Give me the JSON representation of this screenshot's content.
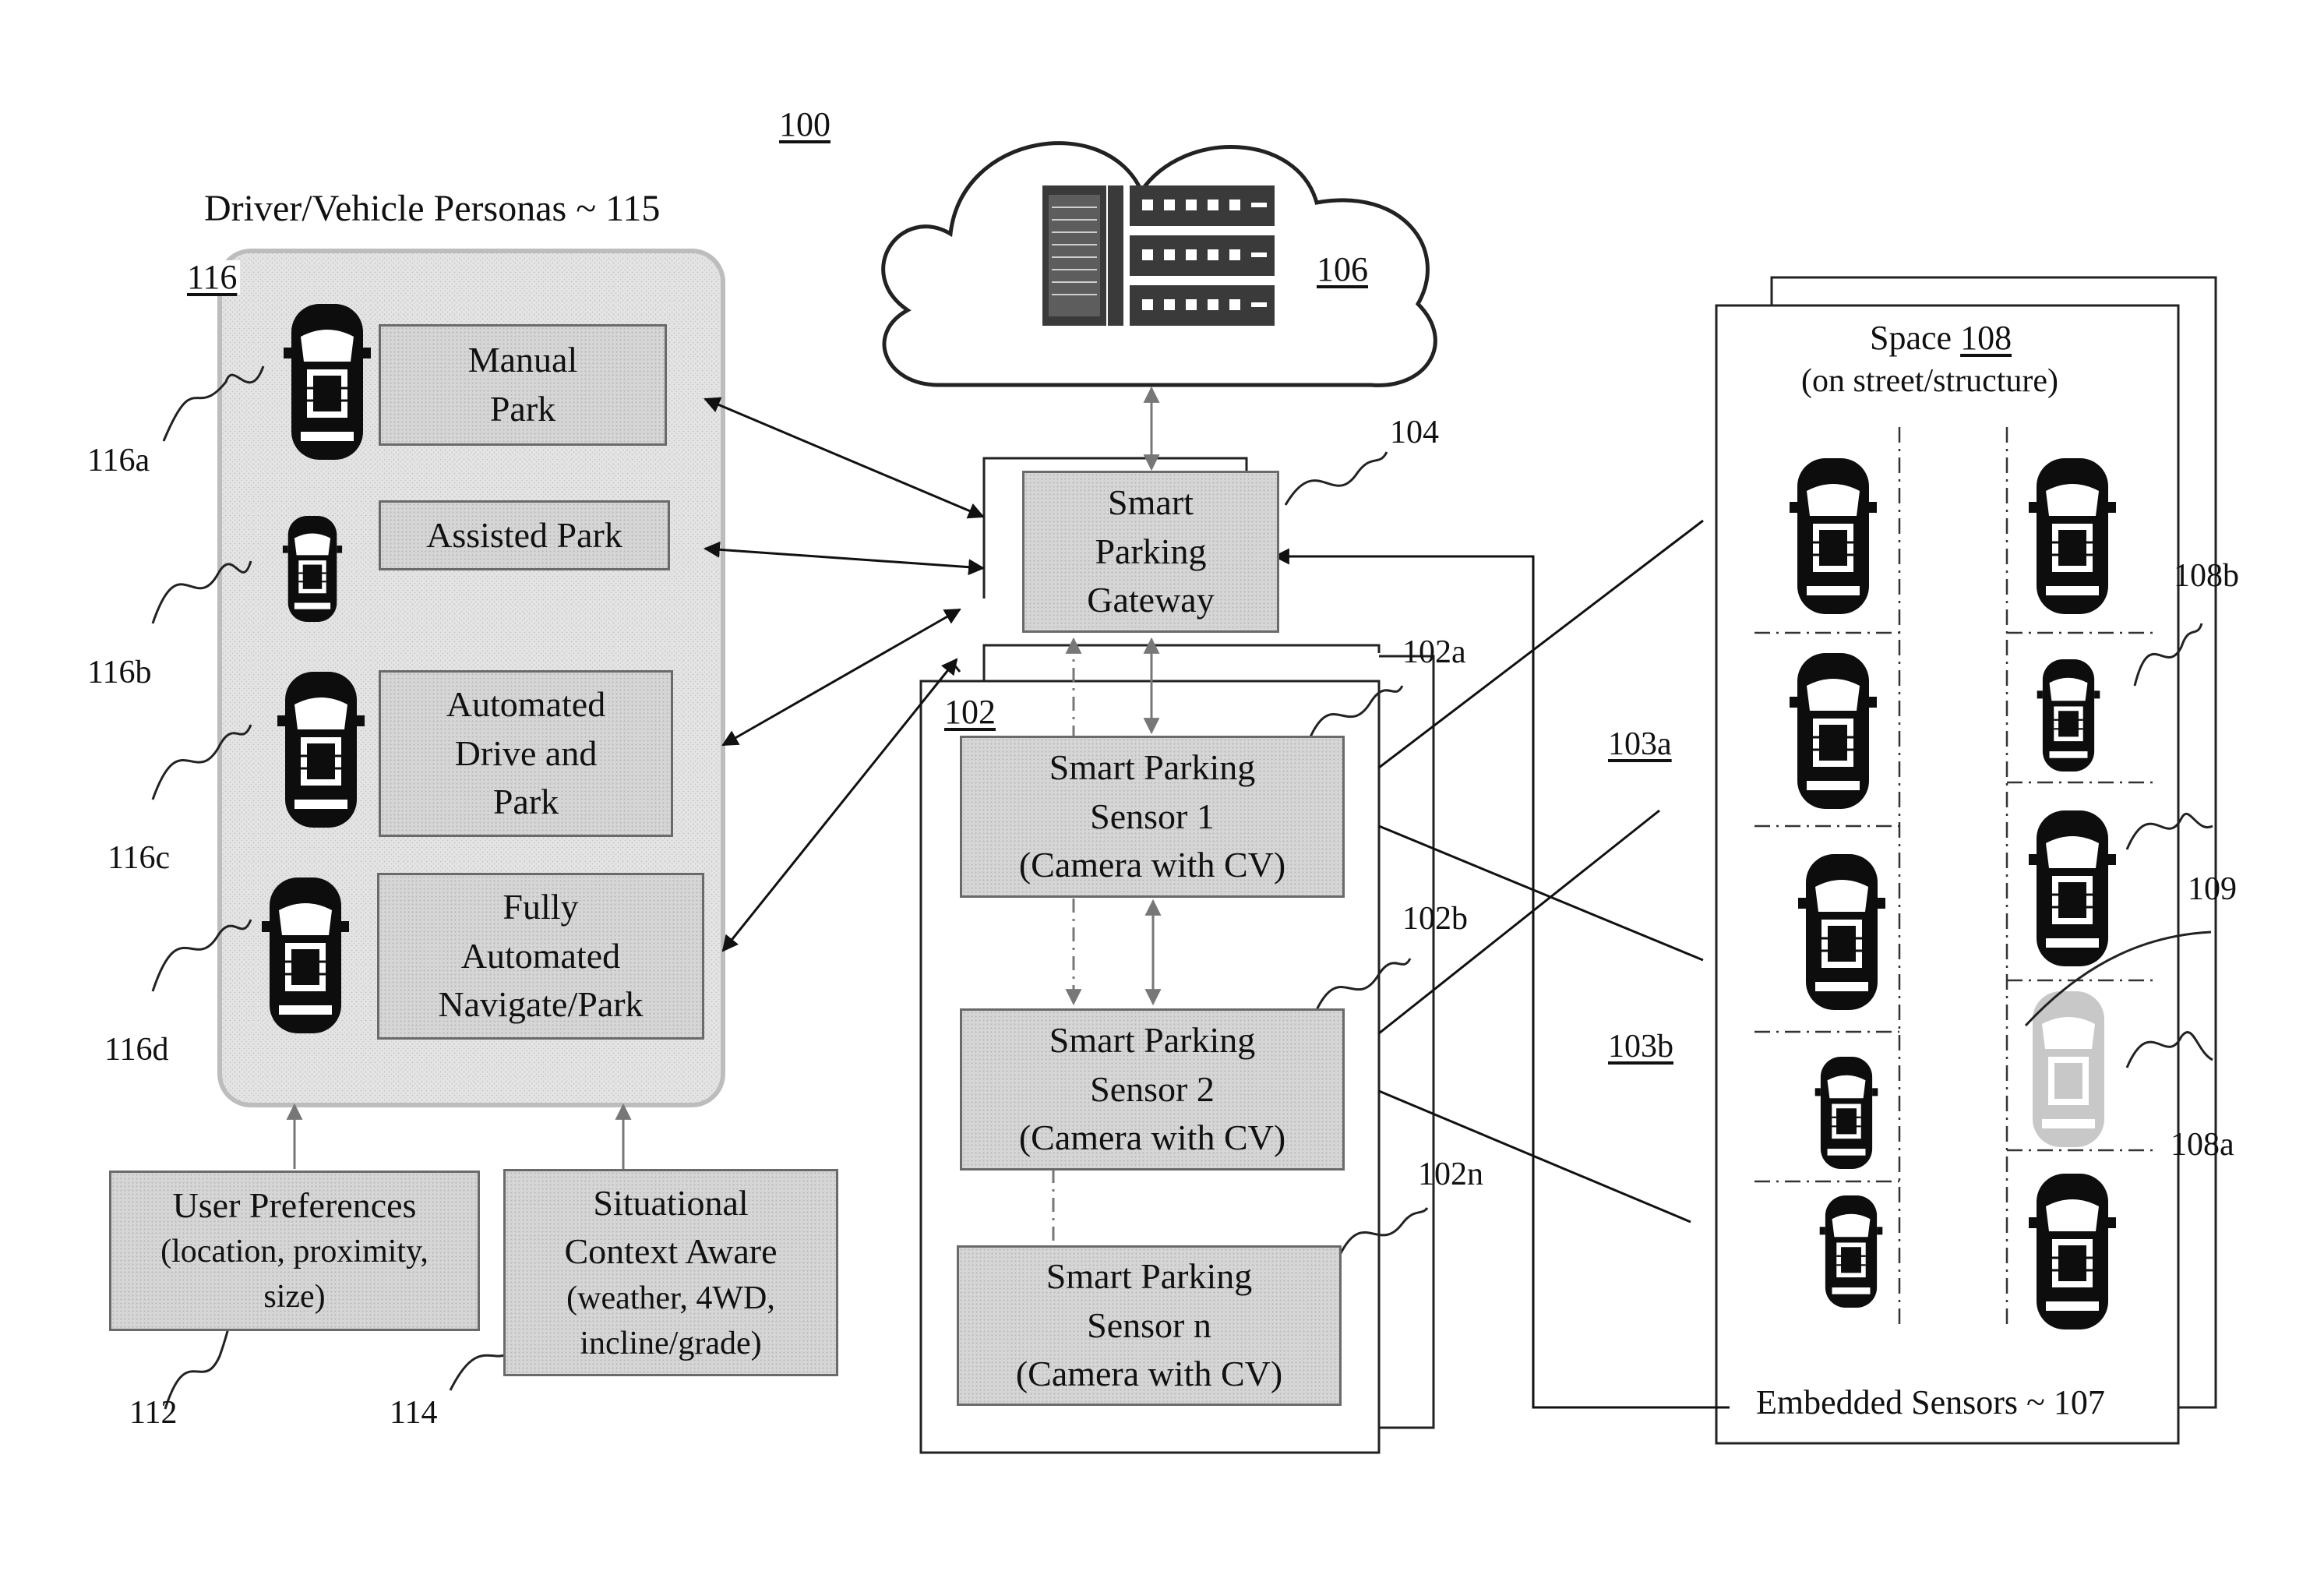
{
  "figure": {
    "ref_100": "100",
    "cloud": {
      "ref": "106"
    },
    "personas": {
      "title": "Driver/Vehicle Personas ~ 115",
      "ref": "116",
      "items": [
        {
          "ref": "116a",
          "line1": "Manual",
          "line2": "Park",
          "line3": ""
        },
        {
          "ref": "116b",
          "line1": "Assisted Park",
          "line2": "",
          "line3": ""
        },
        {
          "ref": "116c",
          "line1": "Automated",
          "line2": "Drive and",
          "line3": "Park"
        },
        {
          "ref": "116d",
          "line1": "Fully",
          "line2": "Automated",
          "line3": "Navigate/Park"
        }
      ]
    },
    "inputs": {
      "user_prefs": {
        "ref": "112",
        "line1": "User Preferences",
        "line2": "(location, proximity,",
        "line3": "size)"
      },
      "context": {
        "ref": "114",
        "line1": "Situational",
        "line2": "Context Aware",
        "line3": "(weather, 4WD,",
        "line4": "incline/grade)"
      }
    },
    "gateway": {
      "ref": "104",
      "line1": "Smart",
      "line2": "Parking",
      "line3": "Gateway"
    },
    "sensors": {
      "group_ref": "102",
      "items": [
        {
          "ref": "102a",
          "line1": "Smart Parking",
          "line2": "Sensor 1",
          "line3": "(Camera with CV)"
        },
        {
          "ref": "102b",
          "line1": "Smart Parking",
          "line2": "Sensor 2",
          "line3": "(Camera with CV)"
        },
        {
          "ref": "102n",
          "line1": "Smart Parking",
          "line2": "Sensor n",
          "line3": "(Camera with CV)"
        }
      ],
      "link_refs": [
        "103a",
        "103b"
      ]
    },
    "space": {
      "title_prefix": "Space",
      "title_ref": "108",
      "subtitle": "(on street/structure)",
      "refs": {
        "occupied": "108b",
        "vacant": "108a",
        "marker": "109"
      },
      "embedded_sensors": "Embedded Sensors ~ 107"
    }
  }
}
